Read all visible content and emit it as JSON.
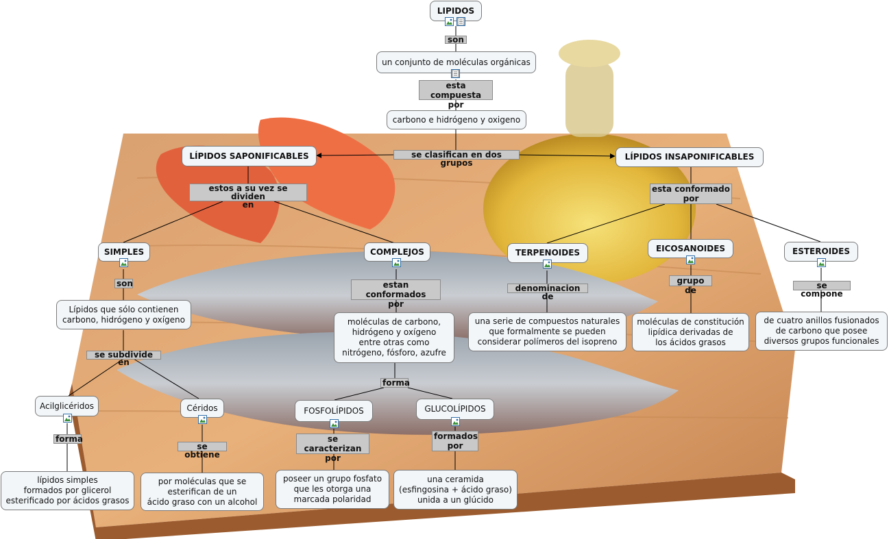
{
  "nodes": {
    "lipidos": "LIPIDOS",
    "conjunto": "un conjunto de moléculas orgánicas",
    "carbono": "carbono e hidrógeno y oxigeno",
    "saponificables": "LÍPIDOS SAPONIFICABLES",
    "insaponificables": "LÍPIDOS INSAPONIFICABLES",
    "simples": "SIMPLES",
    "complejos": "COMPLEJOS",
    "terpenoides": "TERPENOIDES",
    "eicosanoides": "EICOSANOIDES",
    "esteroides": "ESTEROIDES",
    "simples_desc": "Lípidos que sólo contienen\ncarbono, hidrógeno y oxígeno",
    "complejos_desc": "moléculas de  carbono,\nhidrógeno y oxígeno\nentre otras como\nnitrógeno, fósforo, azufre",
    "terpenoides_desc": "una serie de compuestos naturales\nque formalmente se pueden\nconsiderar polímeros del isopreno",
    "eicosanoides_desc": "moléculas de constitución\nlipídica derivadas de\nlos ácidos grasos",
    "esteroides_desc": "de cuatro anillos fusionados\nde carbono que posee\ndiversos grupos funcionales",
    "acilgliceridos": "Acilglicéridos",
    "ceridos": "Céridos",
    "fosfolipidos": "FOSFOLÍPIDOS",
    "glucolipidos": "GLUCOLÍPIDOS",
    "acil_desc": "lípidos simples\nformados por glicerol\nesterificado por ácidos grasos",
    "ceridos_desc": "por moléculas que se\nesterifican de un\nácido graso con un alcohol",
    "fosfo_desc": "poseer un grupo fosfato\nque les otorga una\nmarcada polaridad",
    "gluco_desc": "una ceramida\n(esfingosina + ácido graso)\nunida a un glúcido"
  },
  "links": {
    "son": "son",
    "compuesta": "esta compuesta\npor",
    "clasifican": "se clasifican en dos grupos",
    "dividen": "estos a su vez se dividen\nen",
    "conformado": "esta conformado\npor",
    "son2": "son",
    "conformados": "estan conformados\npor",
    "denominacion": "denominacion de",
    "grupo": "grupo de",
    "compone": "se compone",
    "subdivide": "se subdivide en",
    "forma": "forma",
    "forma2": "forma",
    "obtiene": "se obtiene",
    "caracterizan": "se caracterizan\npor",
    "formados": "formados\npor"
  },
  "icons": {
    "image": "image-icon",
    "document": "document-icon"
  }
}
